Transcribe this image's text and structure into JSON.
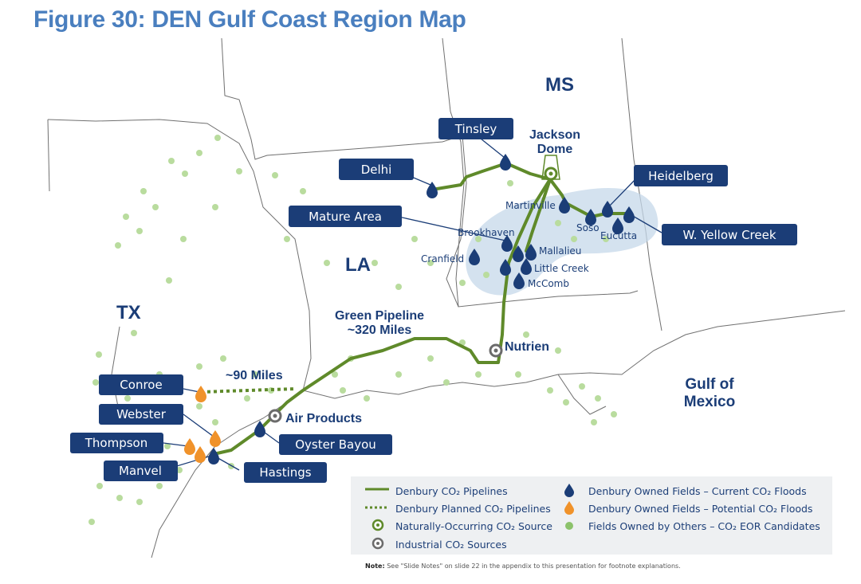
{
  "title": "Figure 30: DEN Gulf Coast Region Map",
  "states": {
    "ms": "MS",
    "la": "LA",
    "tx": "TX"
  },
  "water": {
    "gulf_line1": "Gulf of",
    "gulf_line2": "Mexico"
  },
  "sources": {
    "jackson_line1": "Jackson",
    "jackson_line2": "Dome",
    "nutrien": "Nutrien",
    "air_products": "Air Products"
  },
  "pipeline_labels": {
    "green_line1": "Green Pipeline",
    "green_line2": "~320 Miles",
    "planned": "~90 Miles"
  },
  "field_boxes": {
    "tinsley": "Tinsley",
    "delhi": "Delhi",
    "mature_area": "Mature Area",
    "heidelberg": "Heidelberg",
    "w_yellow_creek": "W. Yellow Creek",
    "conroe": "Conroe",
    "webster": "Webster",
    "thompson": "Thompson",
    "manvel": "Manvel",
    "hastings": "Hastings",
    "oyster_bayou": "Oyster Bayou"
  },
  "field_labels": {
    "martinville": "Martinville",
    "soso": "Soso",
    "eucutta": "Eucutta",
    "brookhaven": "Brookhaven",
    "mallalieu": "Mallalieu",
    "cranfield": "Cranfield",
    "little_creek": "Little Creek",
    "mccomb": "McComb"
  },
  "legend": {
    "pipelines": "Denbury CO₂ Pipelines",
    "planned": "Denbury Planned CO₂ Pipelines",
    "natural": "Naturally-Occurring CO₂ Source",
    "industrial": "Industrial CO₂ Sources",
    "current": "Denbury Owned Fields – Current CO₂ Floods",
    "potential": "Denbury Owned Fields – Potential CO₂ Floods",
    "others": "Fields Owned by Others – CO₂ EOR Candidates"
  },
  "note": {
    "label": "Note:",
    "text": "See \"Slide Notes\" on slide 22 in the appendix to this presentation for footnote explanations."
  },
  "colors": {
    "title": "#4a7fbf",
    "navy": "#1b3d77",
    "pipeline": "#5f8a2a",
    "orange": "#f0922a",
    "candidate": "#b9dc9e",
    "highlight": "#c6d8ea"
  }
}
